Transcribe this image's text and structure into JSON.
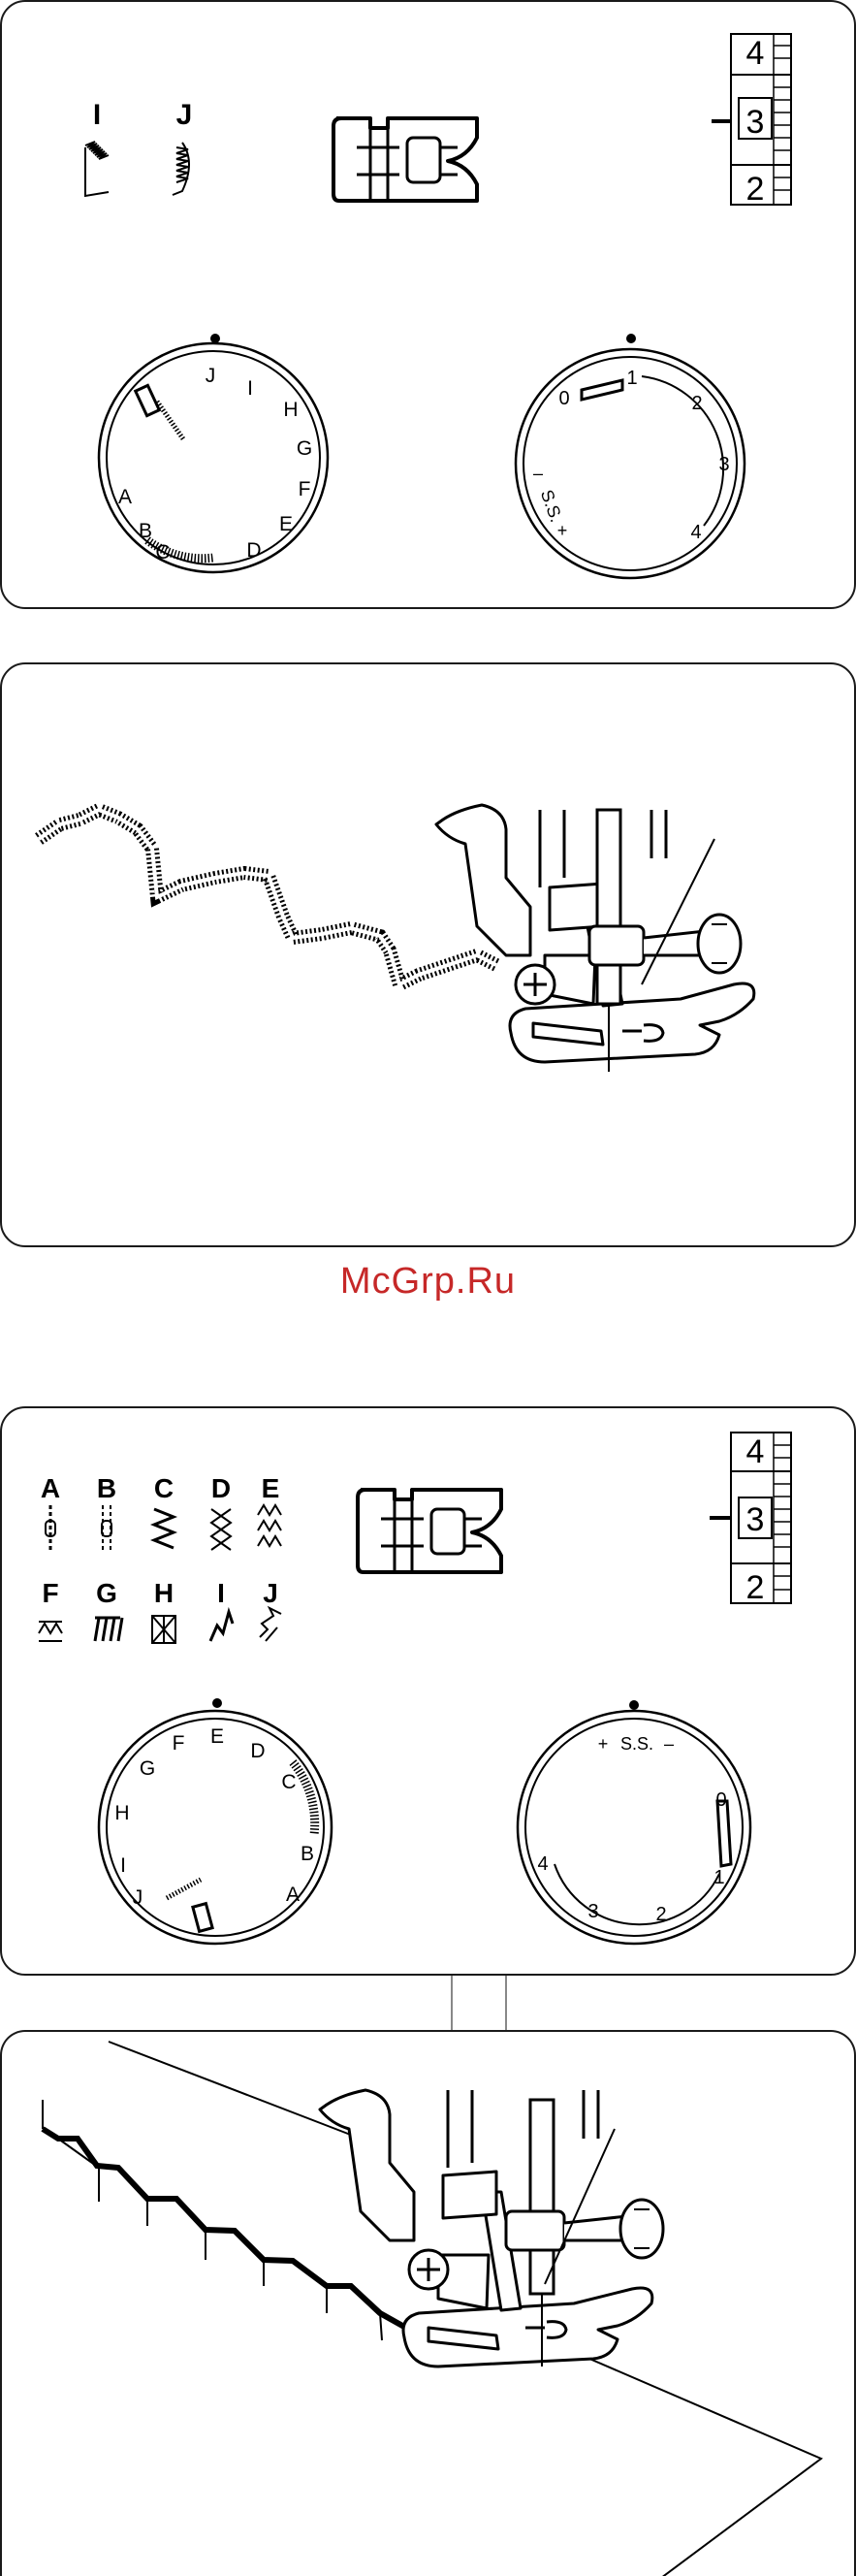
{
  "watermark": "McGrp.Ru",
  "panel1": {
    "pattern_letters": [
      "I",
      "J"
    ],
    "setting_numbers": [
      "4",
      "3",
      "2"
    ],
    "pattern_dial_labels": [
      "J",
      "I",
      "H",
      "G",
      "F",
      "E",
      "D",
      "C",
      "B",
      "A"
    ],
    "length_dial_labels": [
      "0",
      "1",
      "2",
      "3",
      "4",
      "S.S.",
      "+",
      "–"
    ]
  },
  "panel3": {
    "pattern_letters": [
      "A",
      "B",
      "C",
      "D",
      "E",
      "F",
      "G",
      "H",
      "I",
      "J"
    ],
    "setting_numbers": [
      "4",
      "3",
      "2"
    ],
    "pattern_dial_labels": [
      "F",
      "E",
      "D",
      "C",
      "B",
      "A",
      "J",
      "I",
      "H",
      "G"
    ],
    "length_dial_labels": [
      "S.S.",
      "+",
      "–",
      "0",
      "1",
      "2",
      "3",
      "4"
    ]
  },
  "icons": {
    "presser_foot": "presser-foot-icon",
    "stitch_width_scale": "stitch-width-scale-icon",
    "pattern_dial": "pattern-selector-dial",
    "length_dial": "stitch-length-dial",
    "sewing_illustration": "sewing-foot-illustration"
  }
}
